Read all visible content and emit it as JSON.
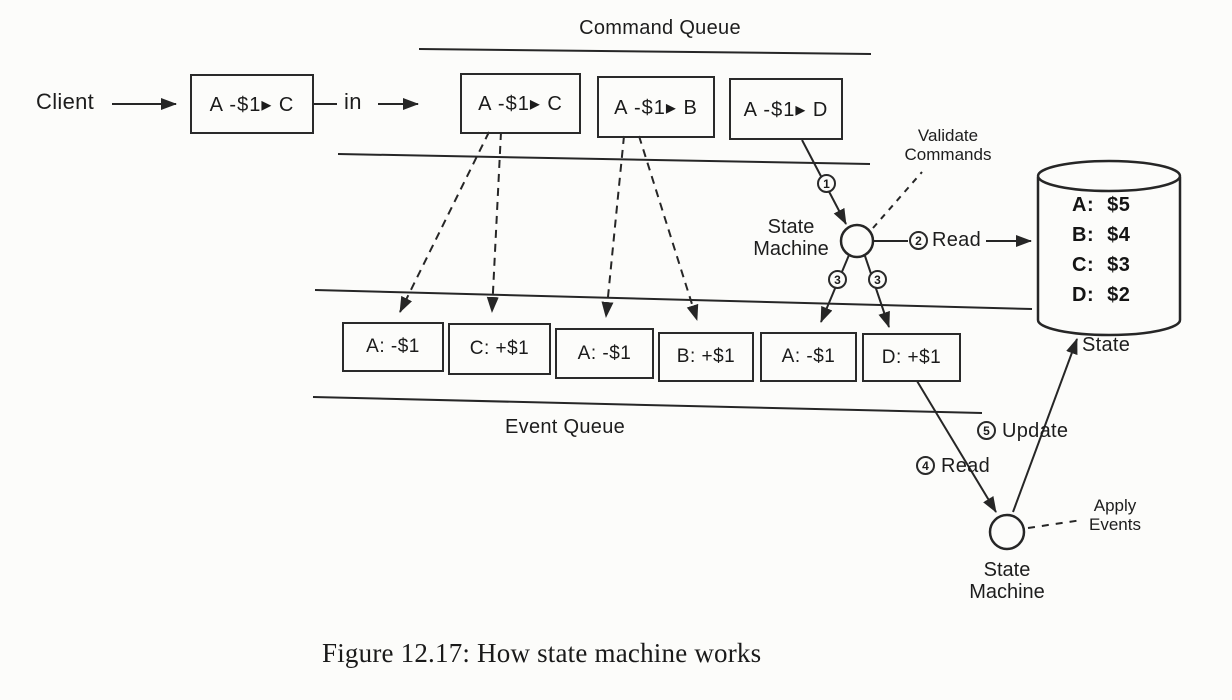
{
  "page": {
    "caption": "Figure 12.17: How state machine works"
  },
  "client": {
    "label": "Client",
    "in_label": "in",
    "command": "A -$1▸ C"
  },
  "command_queue": {
    "title": "Command Queue",
    "items": [
      "A -$1▸ C",
      "A -$1▸ B",
      "A -$1▸ D"
    ]
  },
  "event_queue": {
    "title": "Event Queue",
    "items": [
      "A: -$1",
      "C: +$1",
      "A: -$1",
      "B: +$1",
      "A: -$1",
      "D: +$1"
    ]
  },
  "validator": {
    "name_line1": "State",
    "name_line2": "Machine",
    "note_line1": "Validate",
    "note_line2": "Commands"
  },
  "applier": {
    "name_line1": "State",
    "name_line2": "Machine",
    "note_line1": "Apply",
    "note_line2": "Events"
  },
  "state_store": {
    "label": "State",
    "rows": [
      {
        "k": "A:",
        "v": "$5"
      },
      {
        "k": "B:",
        "v": "$4"
      },
      {
        "k": "C:",
        "v": "$3"
      },
      {
        "k": "D:",
        "v": "$2"
      }
    ]
  },
  "steps": {
    "s1": "1",
    "s2": "2",
    "s2_label": "Read",
    "s3a": "3",
    "s3b": "3",
    "s4": "4",
    "s4_label": "Read",
    "s5": "5",
    "s5_label": "Update"
  },
  "colors": {
    "ink": "#262626",
    "paper": "#fcfcfa"
  }
}
